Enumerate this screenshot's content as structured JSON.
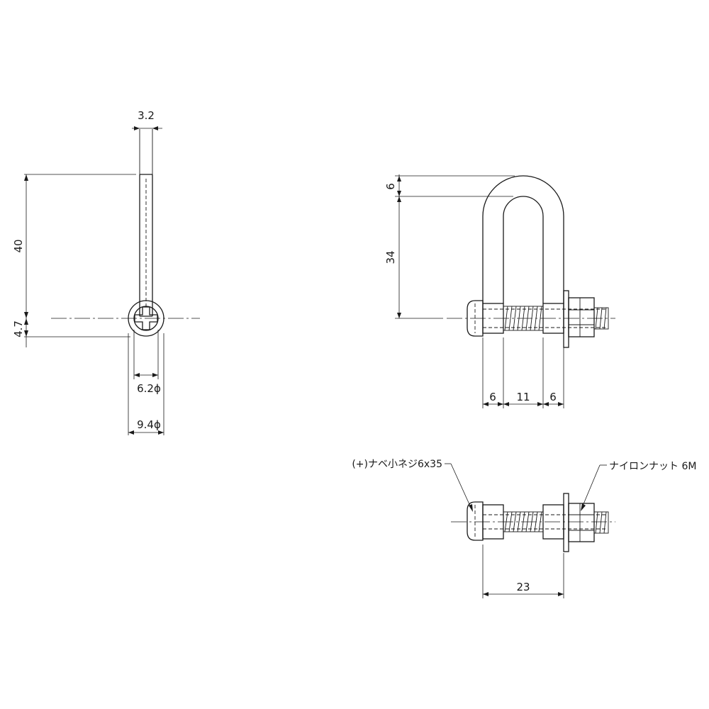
{
  "dimensions": {
    "side_view": {
      "thickness": "3.2",
      "length": "40",
      "offset": "4.7",
      "inner_dia": "6.2ϕ",
      "outer_dia": "9.4ϕ"
    },
    "front_view": {
      "top": "6",
      "height": "34",
      "leg_left": "6",
      "gap": "11",
      "leg_right": "6"
    },
    "bolt_view": {
      "length": "23"
    }
  },
  "callouts": {
    "screw": "(+)ナベ小ネジ6x35",
    "nut": "ナイロンナット 6M"
  }
}
